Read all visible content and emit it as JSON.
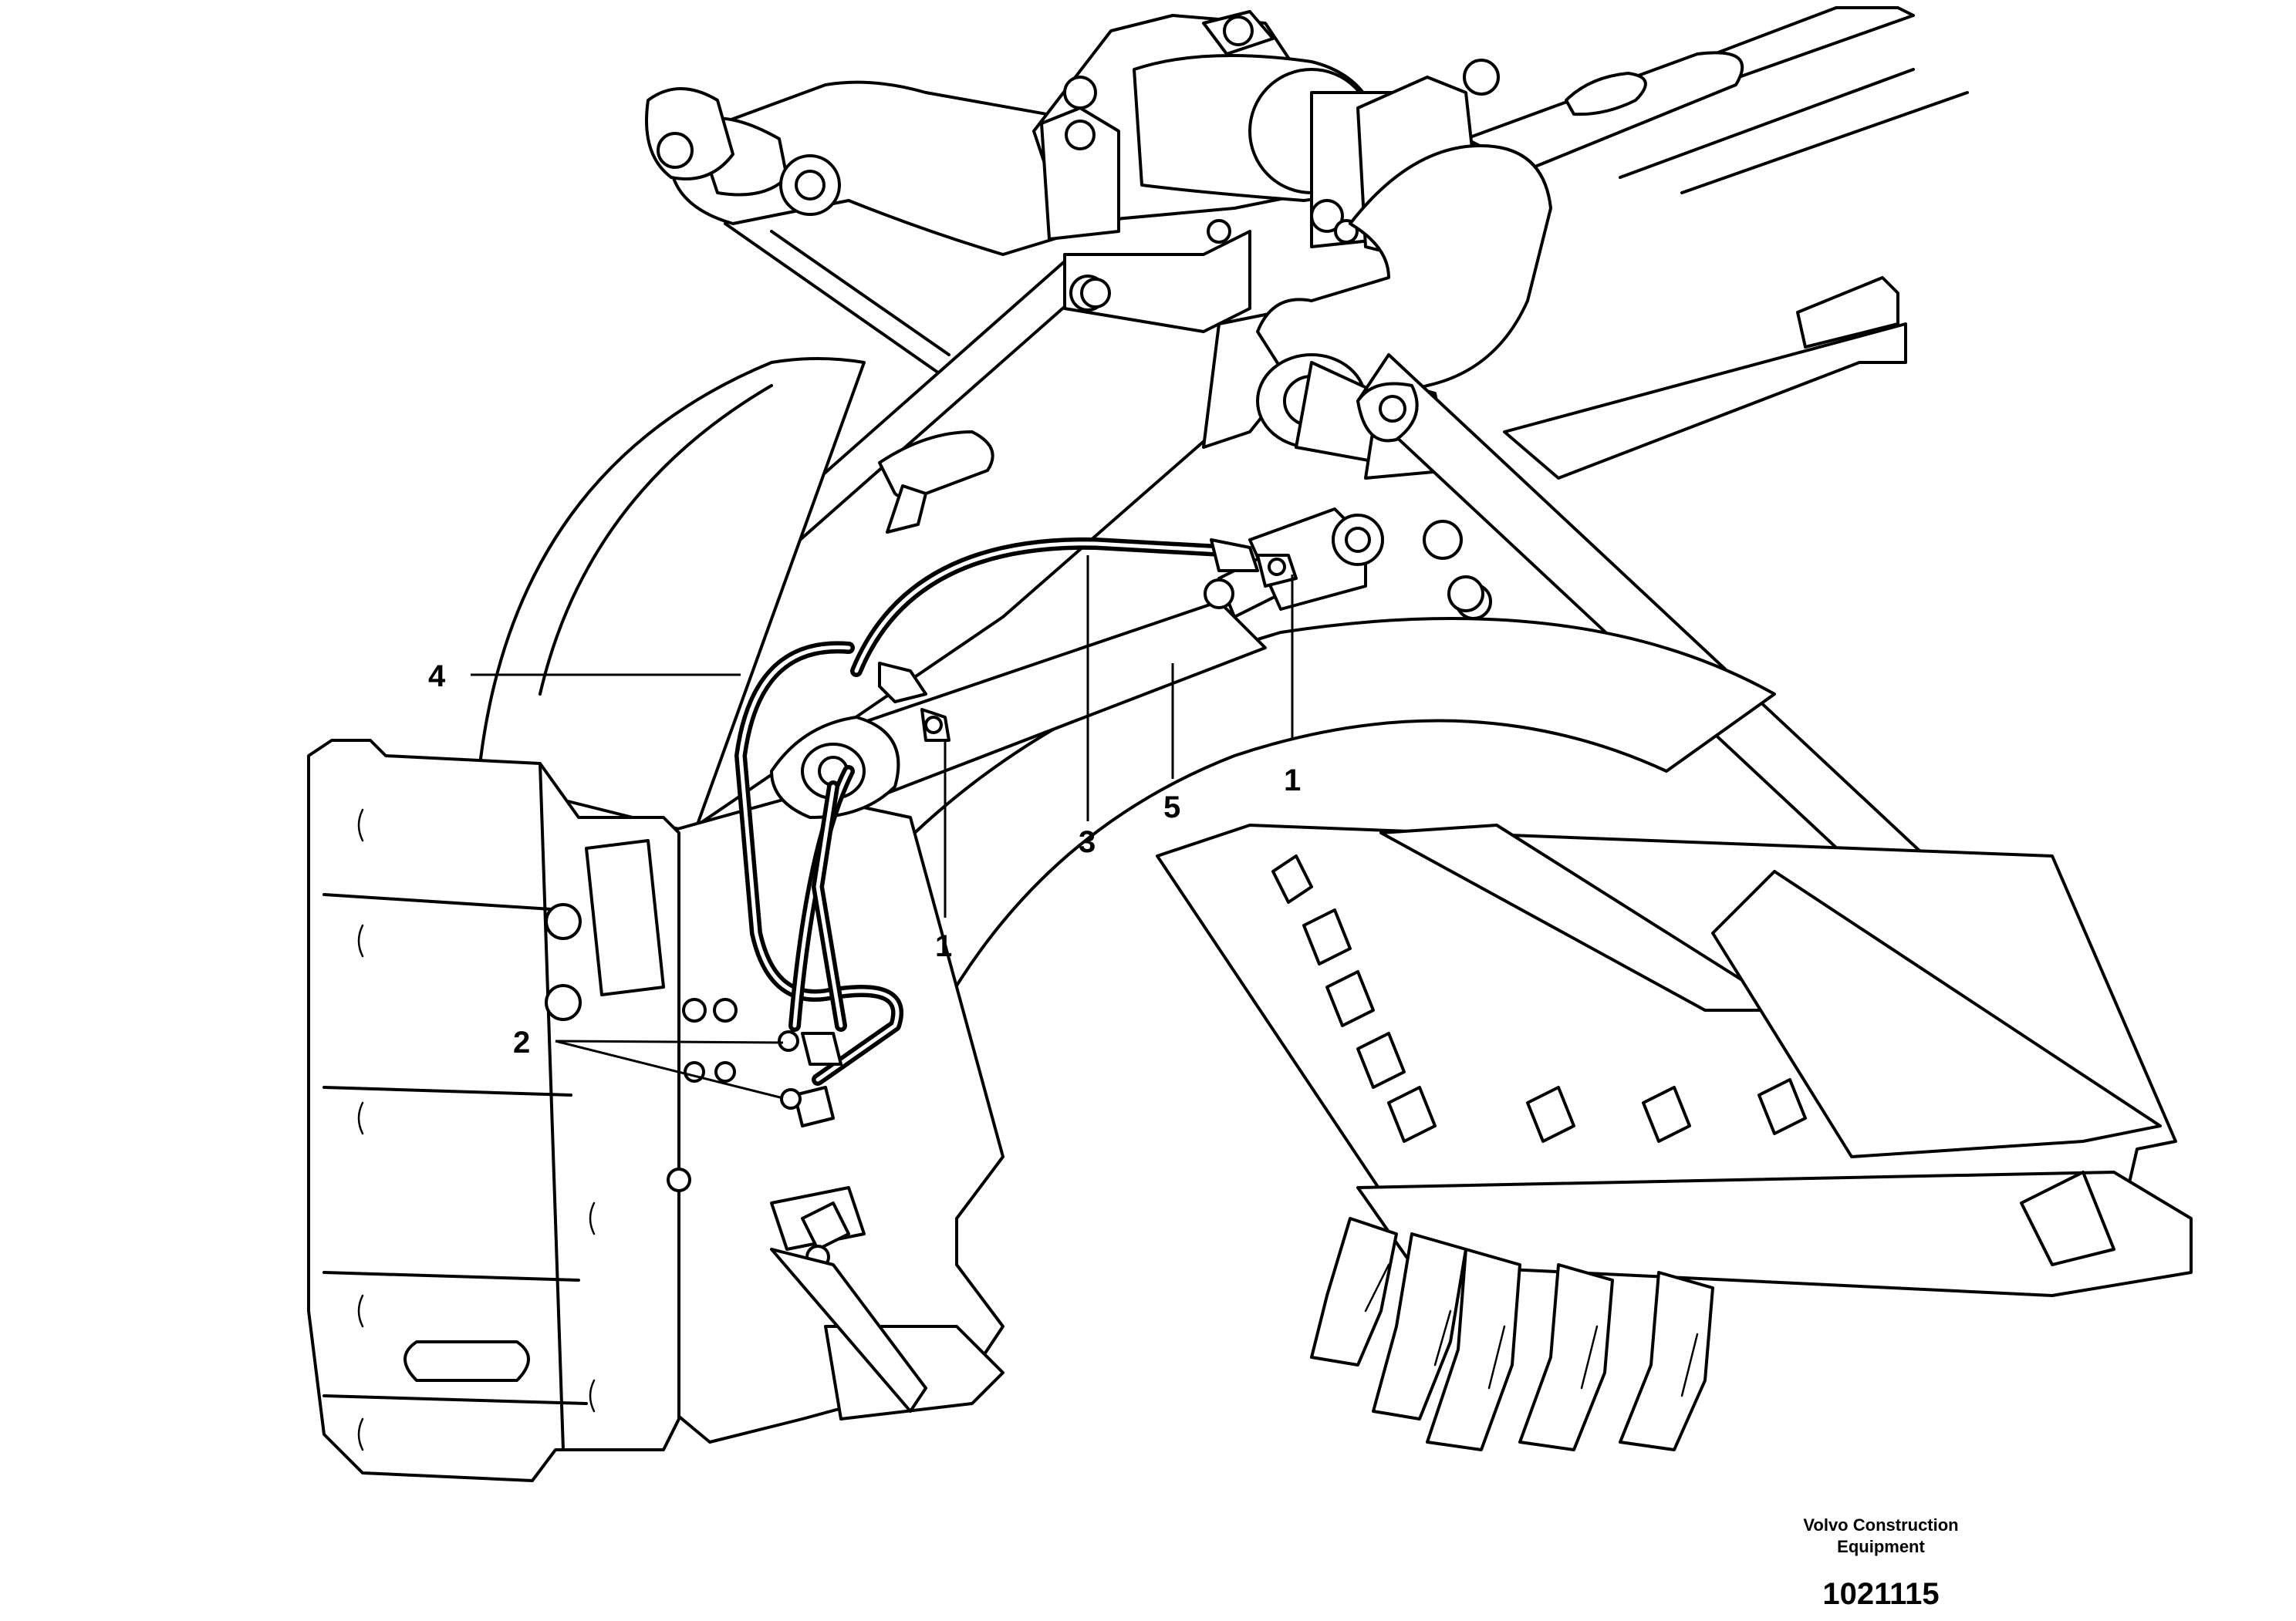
{
  "diagram": {
    "callouts": {
      "c1a": "1",
      "c1b": "1",
      "c2": "2",
      "c3": "3",
      "c4": "4",
      "c5": "5"
    },
    "credit_line1": "Volvo Construction",
    "credit_line2": "Equipment",
    "reference_number": "1021115"
  }
}
